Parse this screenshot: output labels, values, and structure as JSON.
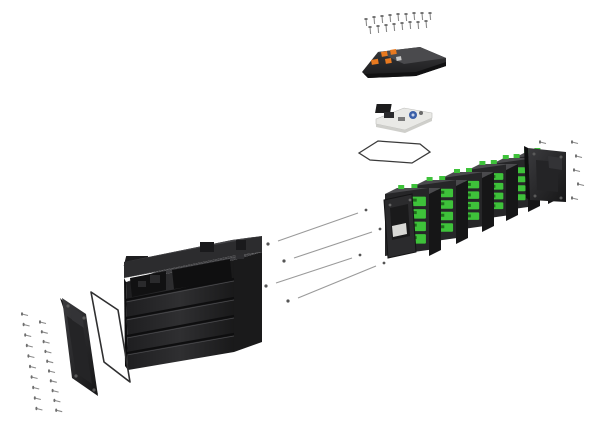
{
  "diagram": {
    "type": "exploded-view",
    "colors": {
      "background": "#ffffff",
      "housing": "#2b2b2d",
      "housing_light": "#4a4a4d",
      "housing_dark": "#151516",
      "accent_green": "#3ec23a",
      "accent_orange": "#e8791f",
      "pcb": "#e9e9e6",
      "screw": "#8a8a8a",
      "rod": "#9a9a9a",
      "gasket": "#3a3a3a"
    },
    "parts": [
      {
        "id": "top-screws",
        "icon": "screw-set-icon"
      },
      {
        "id": "top-cover",
        "icon": "cover-lid-icon"
      },
      {
        "id": "control-board",
        "icon": "pcb-icon"
      },
      {
        "id": "top-gasket",
        "icon": "gasket-icon"
      },
      {
        "id": "cell-modules",
        "icon": "battery-cell-icon",
        "count": 6
      },
      {
        "id": "rear-end-plate",
        "icon": "end-plate-icon"
      },
      {
        "id": "tie-rods",
        "icon": "rod-icon",
        "count": 4
      },
      {
        "id": "main-housing",
        "icon": "housing-icon"
      },
      {
        "id": "front-gasket",
        "icon": "gasket-icon"
      },
      {
        "id": "front-end-plate",
        "icon": "end-plate-icon"
      },
      {
        "id": "front-screws",
        "icon": "screw-set-icon"
      }
    ]
  }
}
